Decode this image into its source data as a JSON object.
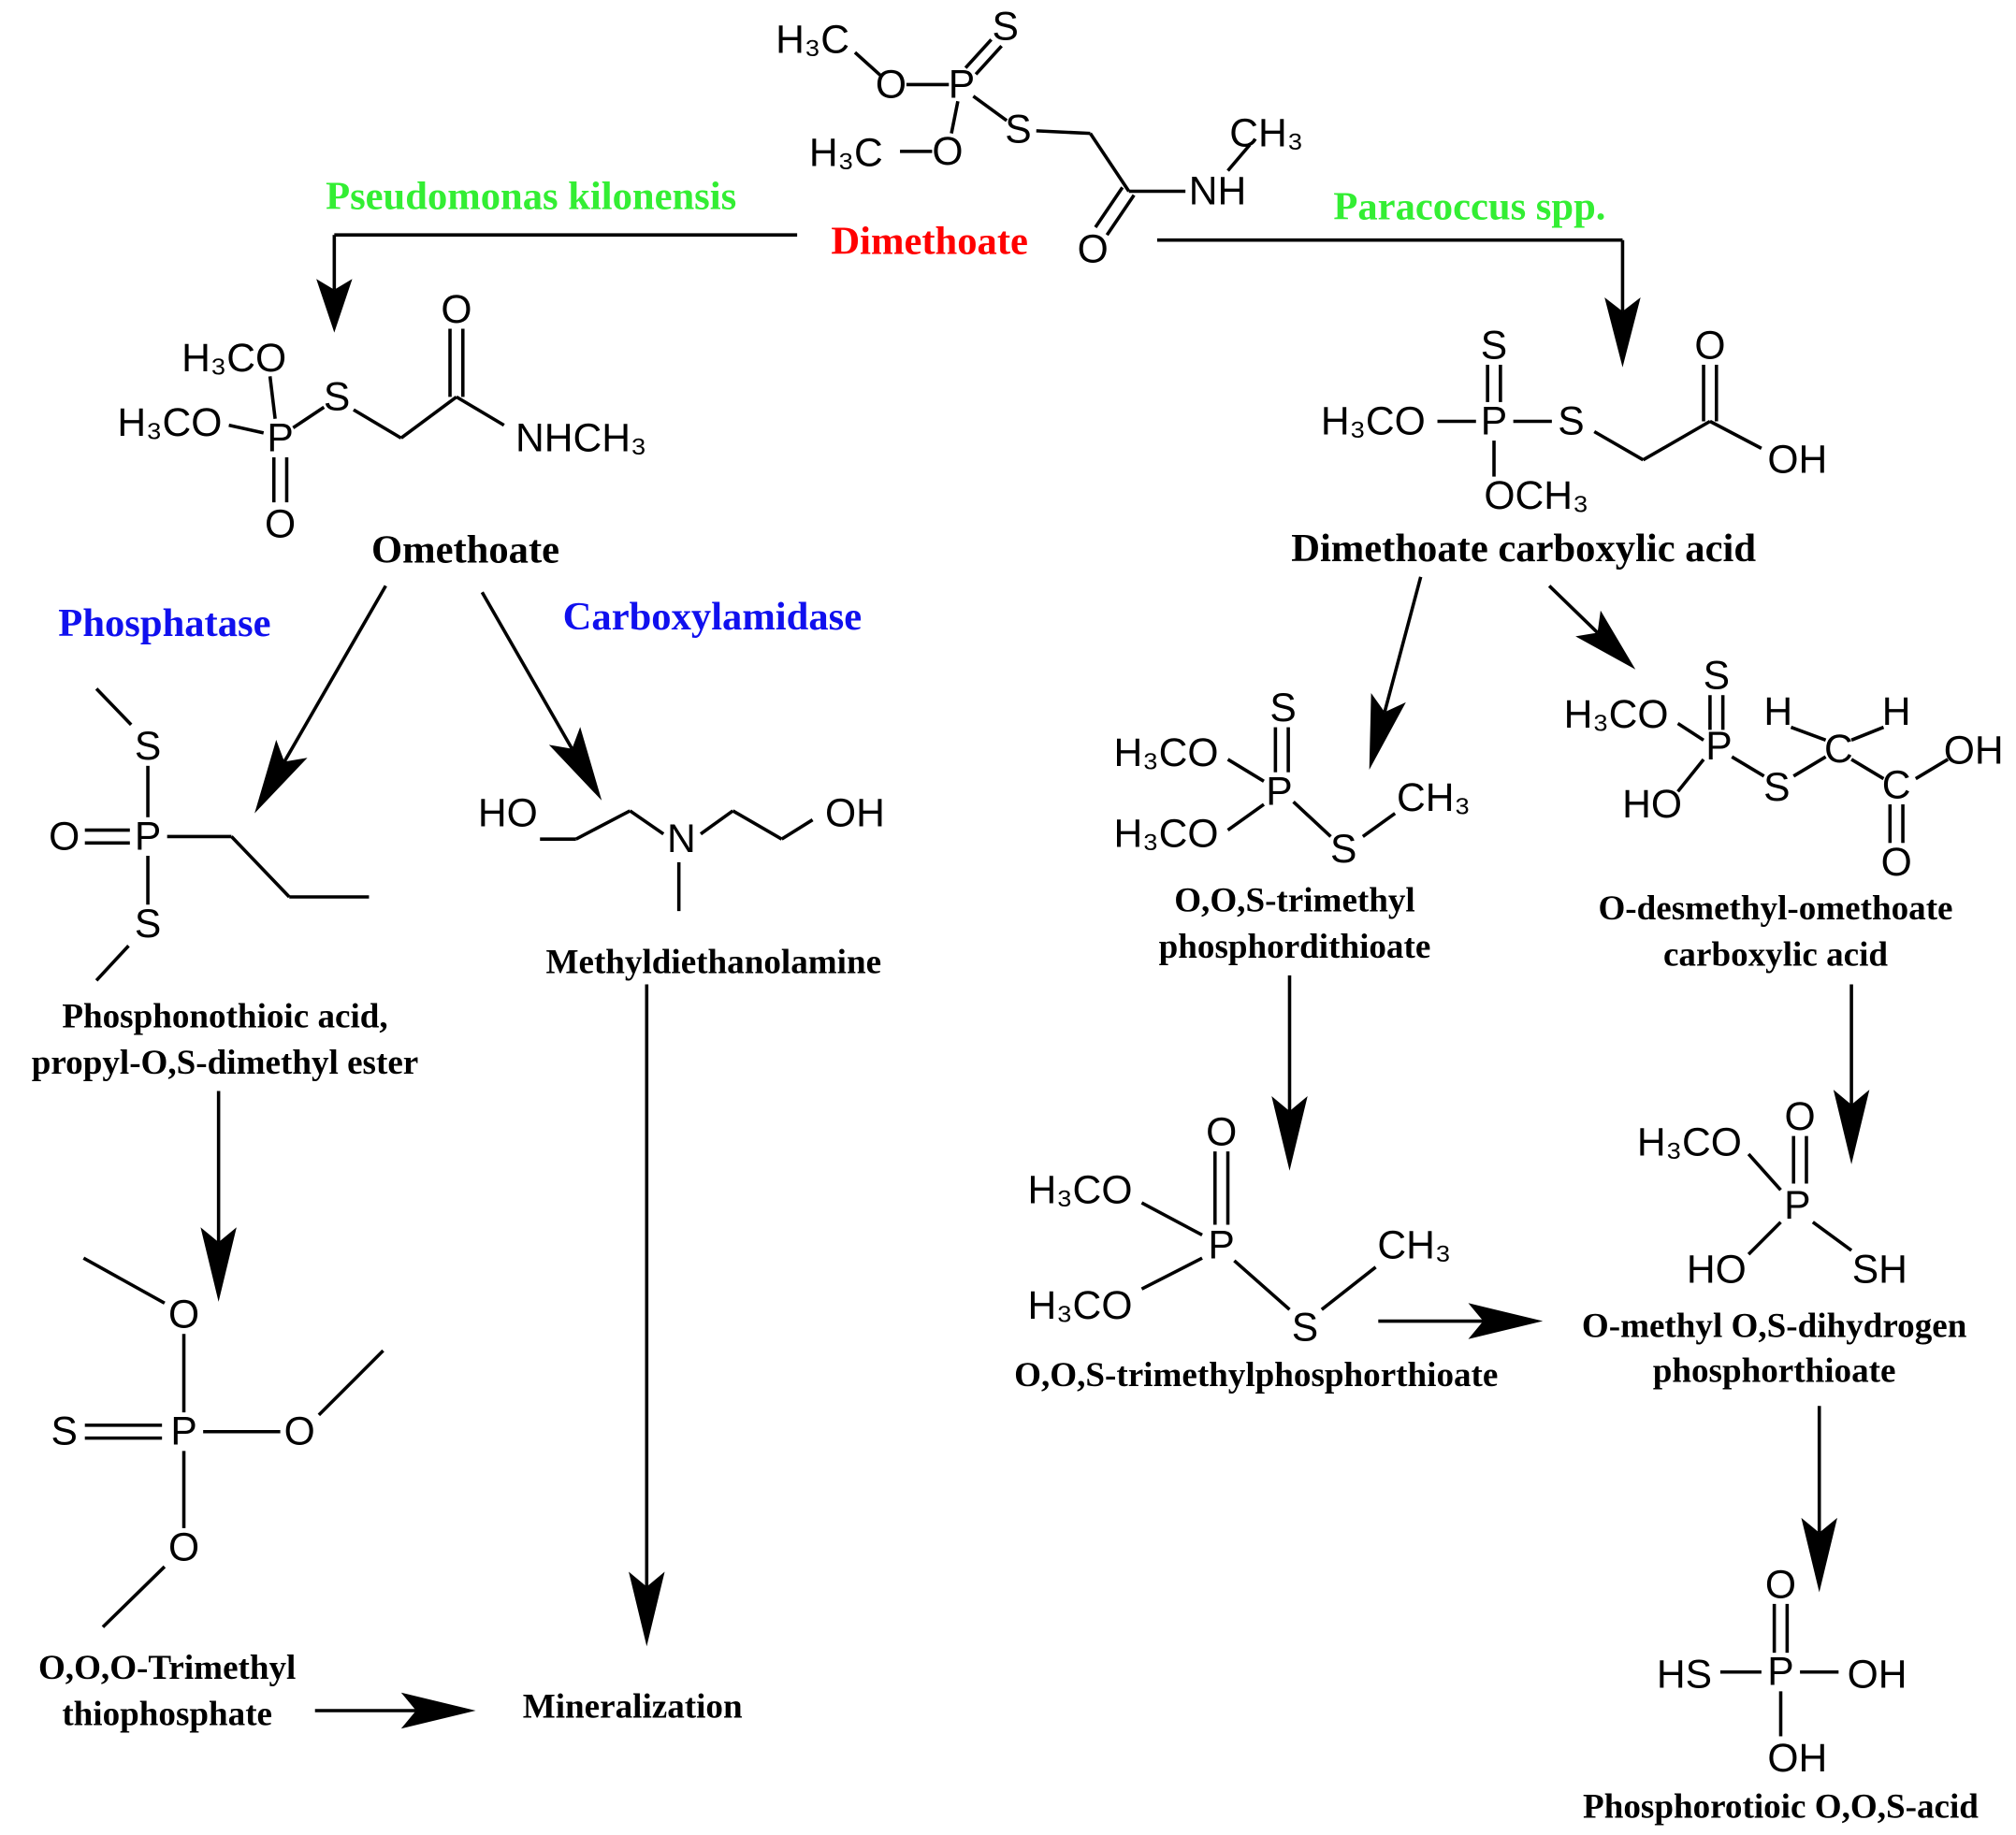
{
  "colors": {
    "substrate": "#ff0000",
    "organism": "#33ee33",
    "enzyme": "#1010ee",
    "structure": "#000000"
  },
  "labels": {
    "dimethoate": "Dimethoate",
    "pseudomonas": "Pseudomonas kilonensis",
    "paracoccus": "Paracoccus spp.",
    "omethoate": "Omethoate",
    "phosphatase": "Phosphatase",
    "carboxylamidase": "Carboxylamidase",
    "phosphonothioic_1": "Phosphonothioic acid,",
    "phosphonothioic_2": "propyl-O,S-dimethyl ester",
    "trimethyl_thiophosphate_1": "O,O,O-Trimethyl",
    "trimethyl_thiophosphate_2": "thiophosphate",
    "mineralization": "Mineralization",
    "mdea": "Methyldiethanolamine",
    "dimethoate_acid": "Dimethoate carboxylic acid",
    "trimethyl_dithioate_1": "O,O,S-trimethyl",
    "trimethyl_dithioate_2": "phosphordithioate",
    "desmethyl_1": "O-desmethyl-omethoate",
    "desmethyl_2": "carboxylic acid",
    "trimethyl_thioate": "O,O,S-trimethylphosphorthioate",
    "dihydrogen_1": "O-methyl O,S-dihydrogen",
    "dihydrogen_2": "phosphorthioate",
    "phosphorotioic": "Phosphorotioic O,O,S-acid"
  },
  "atoms": {
    "dimethoate": [
      "H₃C",
      "O",
      "P",
      "S",
      "H₃C",
      "O",
      "S",
      "O",
      "NH",
      "CH₃"
    ],
    "omethoate": [
      "H₃CO",
      "H₃CO",
      "P",
      "O",
      "S",
      "O",
      "NHCH₃"
    ],
    "phosphonothioic": [
      "S",
      "P",
      "O",
      "S"
    ],
    "trimethyl_thiophosphate": [
      "O",
      "P",
      "S",
      "O",
      "O"
    ],
    "mdea": [
      "HO",
      "N",
      "OH"
    ],
    "dimethoate_acid": [
      "S",
      "P",
      "H₃CO",
      "S",
      "O",
      "OH",
      "OCH₃"
    ],
    "trimethyl_dithioate": [
      "S",
      "P",
      "H₃CO",
      "H₃CO",
      "S",
      "CH₃"
    ],
    "desmethyl": [
      "S",
      "P",
      "H₃CO",
      "HO",
      "H",
      "C",
      "H",
      "C",
      "OH",
      "O",
      "S"
    ],
    "trimethyl_thioate": [
      "O",
      "P",
      "H₃CO",
      "H₃CO",
      "S",
      "CH₃"
    ],
    "dihydrogen": [
      "O",
      "P",
      "H₃CO",
      "HO",
      "SH"
    ],
    "phosphorotioic": [
      "O",
      "P",
      "HS",
      "OH",
      "OH"
    ]
  }
}
